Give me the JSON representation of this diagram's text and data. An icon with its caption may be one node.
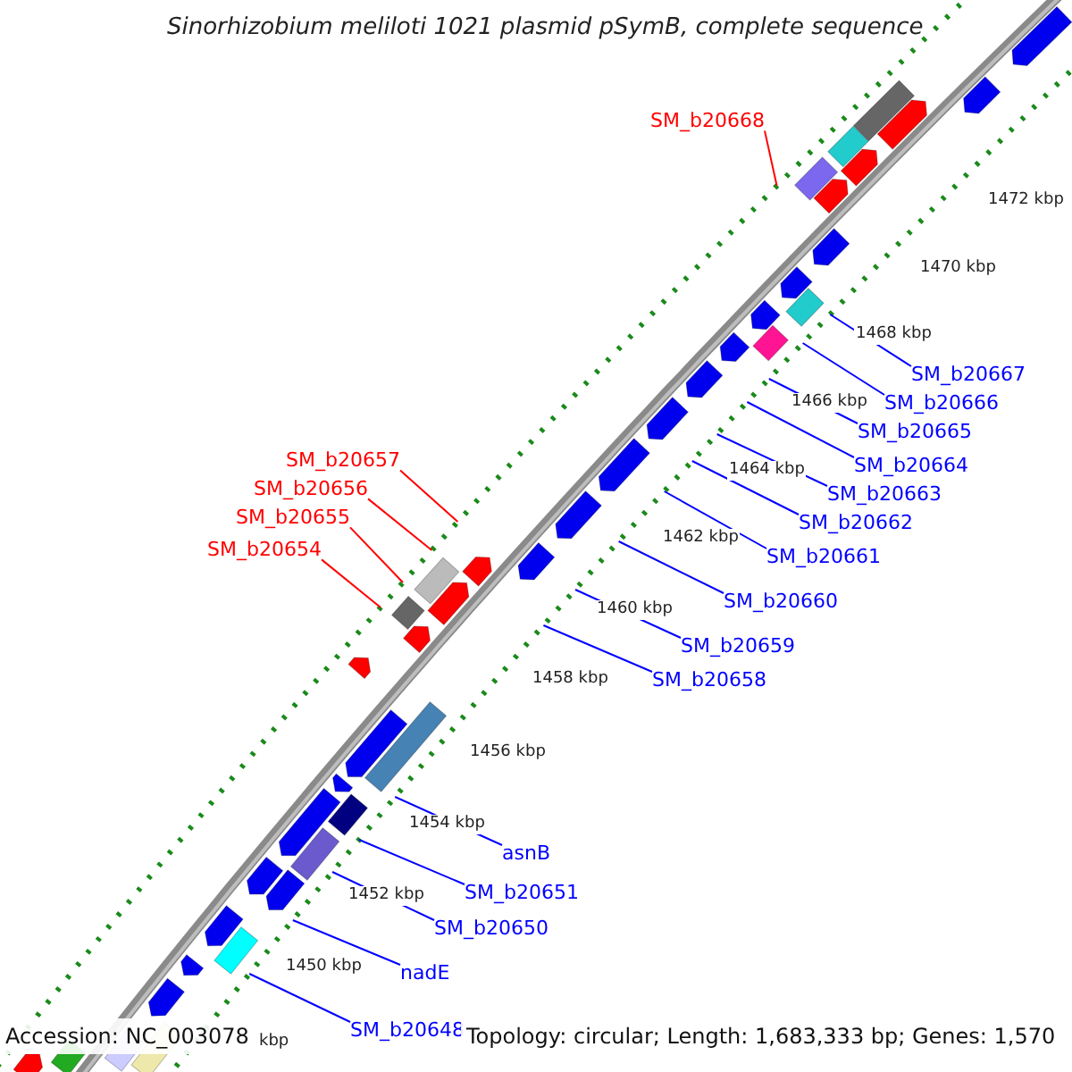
{
  "diagram": {
    "title": "Sinorhizobium meliloti 1021 plasmid pSymB, complete sequence",
    "nodes": [
      {
        "text": [
          "SM_b20668"
        ]
      },
      {
        "text": [
          "SM_b20667"
        ]
      },
      {
        "text": [
          "SM_b20666"
        ]
      },
      {
        "text": [
          "SM_b20665"
        ]
      },
      {
        "text": [
          "SM_b20657"
        ]
      },
      {
        "text": [
          "SM_b20664"
        ]
      },
      {
        "text": [
          "SM_b20656"
        ]
      },
      {
        "text": [
          "SM_b20663"
        ]
      },
      {
        "text": [
          "SM_b20655"
        ]
      },
      {
        "text": [
          "SM_b20662"
        ]
      },
      {
        "text": [
          "SM_b20654"
        ]
      },
      {
        "text": [
          "SM_b20661"
        ]
      },
      {
        "text": [
          "SM_b20660"
        ]
      },
      {
        "text": [
          "SM_b20659"
        ]
      },
      {
        "text": [
          "SM_b20658"
        ]
      },
      {
        "text": [
          "asnB"
        ]
      },
      {
        "text": [
          "SM_b20651"
        ]
      },
      {
        "text": [
          "SM_b20650"
        ]
      },
      {
        "text": [
          "nadE"
        ]
      },
      {
        "text": [
          "SM_b20648"
        ]
      }
    ],
    "edges": [
      {
        "from": 0,
        "to": null,
        "arrow": "none",
        "color": "#ff0000"
      },
      {
        "from": 1,
        "to": null,
        "arrow": "none"
      },
      {
        "from": 2,
        "to": null,
        "arrow": "none"
      },
      {
        "from": 3,
        "to": null,
        "arrow": "none"
      },
      {
        "from": 4,
        "to": null,
        "arrow": "none",
        "color": "#ff0000"
      },
      {
        "from": 5,
        "to": null,
        "arrow": "none"
      },
      {
        "from": 6,
        "to": null,
        "arrow": "none",
        "color": "#ff0000"
      },
      {
        "from": 7,
        "to": null,
        "arrow": "none"
      },
      {
        "from": 8,
        "to": null,
        "arrow": "none",
        "color": "#ff0000"
      },
      {
        "from": 9,
        "to": null,
        "arrow": "none"
      },
      {
        "from": 10,
        "to": null,
        "arrow": "none",
        "color": "#ff0000"
      },
      {
        "from": 11,
        "to": null,
        "arrow": "none"
      },
      {
        "from": 12,
        "to": null,
        "arrow": "none"
      },
      {
        "from": 13,
        "to": null,
        "arrow": "none"
      },
      {
        "from": 14,
        "to": null,
        "arrow": "none"
      },
      {
        "from": 15,
        "to": null,
        "arrow": "none"
      },
      {
        "from": 16,
        "to": null,
        "arrow": "none"
      },
      {
        "from": 17,
        "to": null,
        "arrow": "none"
      },
      {
        "from": 18,
        "to": null,
        "arrow": "none"
      },
      {
        "from": 19,
        "to": null,
        "arrow": "none"
      }
    ],
    "labels": [
      "1472 kbp",
      "1470 kbp",
      "1468 kbp",
      "1466 kbp",
      "1464 kbp",
      "1462 kbp",
      "1460 kbp",
      "1458 kbp",
      "1456 kbp",
      "1454 kbp",
      "1452 kbp",
      "1450 kbp",
      "kbp",
      "Accession: NC_003078",
      "Topology: circular; Length: 1,683,333 bp; Genes: 1,570"
    ]
  }
}
